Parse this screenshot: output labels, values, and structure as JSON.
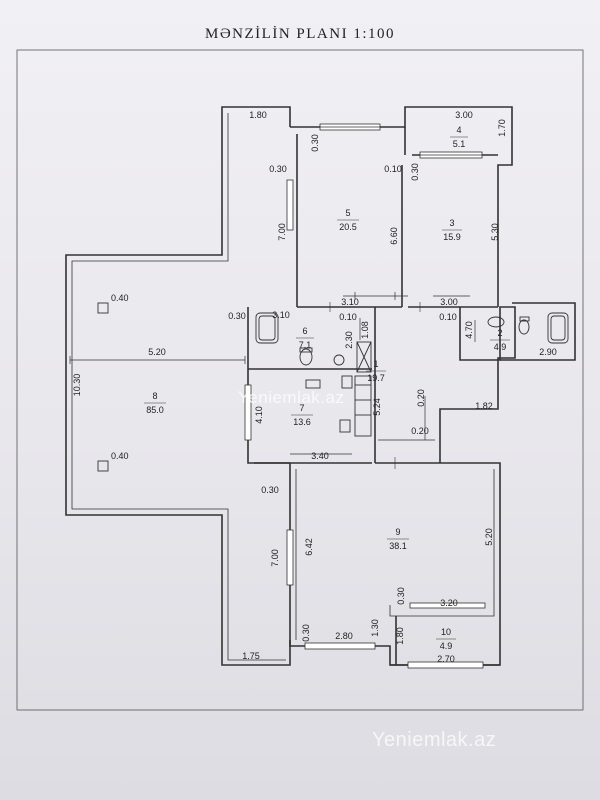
{
  "title": "MƏNZİLİN PLANI 1:100",
  "watermark": "Yeniemlak.az",
  "rooms": [
    {
      "id": "1",
      "area": "19.7"
    },
    {
      "id": "2",
      "area": "4.9"
    },
    {
      "id": "3",
      "area": "15.9"
    },
    {
      "id": "4",
      "area": "5.1"
    },
    {
      "id": "5",
      "area": "20.5"
    },
    {
      "id": "6",
      "area": "7.1"
    },
    {
      "id": "7",
      "area": "13.6"
    },
    {
      "id": "8",
      "area": "85.0"
    },
    {
      "id": "9",
      "area": "38.1"
    },
    {
      "id": "10",
      "area": "4.9"
    }
  ],
  "dimensions": {
    "d_1_80": "1.80",
    "d_3_00_top": "3.00",
    "d_1_70": "1.70",
    "d_0_30_a": "0.30",
    "d_0_30_b": "0.30",
    "d_0_10_a": "0.10",
    "d_0_30_c": "0.30",
    "d_7_00_a": "7.00",
    "d_6_60": "6.60",
    "d_5_30": "5.30",
    "d_0_40_a": "0.40",
    "d_0_30_d": "0.30",
    "d_3_10_a": "3.10",
    "d_3_10_b": "3.10",
    "d_3_00_b": "3.00",
    "d_0_10_b": "0.10",
    "d_0_10_c": "0.10",
    "d_1_08": "1.08",
    "d_2_30": "2.30",
    "d_4_70": "4.70",
    "d_2_90": "2.90",
    "d_5_20_a": "5.20",
    "d_10_30": "10.30",
    "d_4_10": "4.10",
    "d_5_24": "5.24",
    "d_0_20_a": "0.20",
    "d_1_82": "1.82",
    "d_0_20_b": "0.20",
    "d_0_40_b": "0.40",
    "d_3_40": "3.40",
    "d_0_30_e": "0.30",
    "d_7_00_b": "7.00",
    "d_6_42": "6.42",
    "d_5_20_b": "5.20",
    "d_0_30_f": "0.30",
    "d_3_20": "3.20",
    "d_0_30_g": "0.30",
    "d_2_80": "2.80",
    "d_1_30": "1.30",
    "d_1_80_b": "1.80",
    "d_1_75": "1.75",
    "d_2_70": "2.70"
  },
  "symbols": {
    "sink": "sink-icon",
    "toilet": "toilet-icon",
    "bathtub": "bathtub-icon",
    "stove": "stove-icon",
    "drain": "drain-icon"
  }
}
